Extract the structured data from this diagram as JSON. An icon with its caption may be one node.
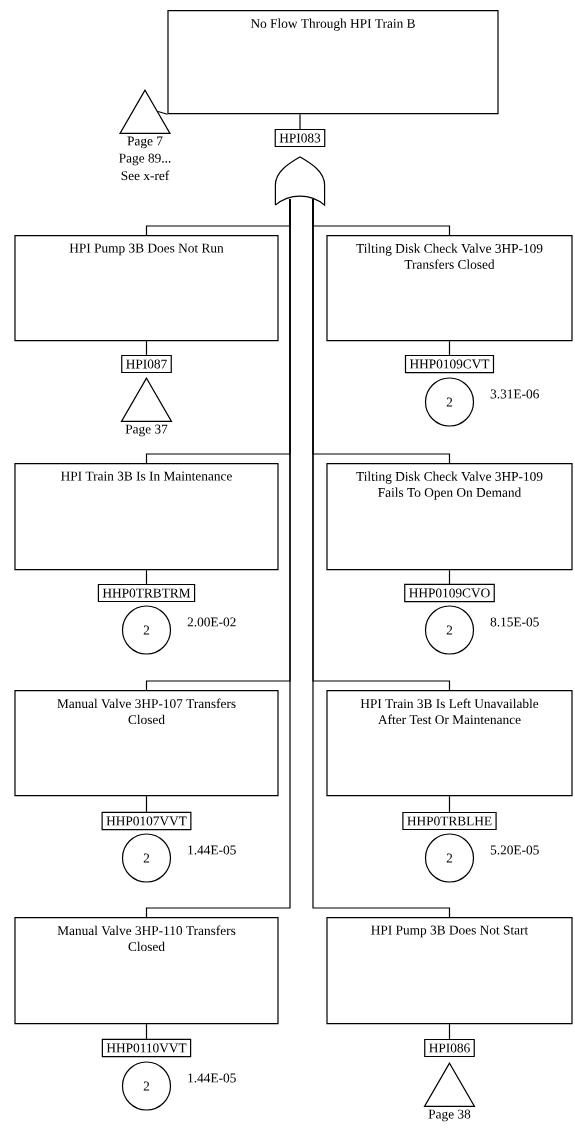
{
  "diagram": {
    "nodes": [
      {
        "text": [
          "No Flow Through HPI Train B"
        ]
      },
      {
        "text": [],
        "shape": "triangle",
        "beside": [
          "Page 7",
          "Page 89...",
          "See x-ref"
        ]
      },
      {
        "text": [
          "HPI083"
        ]
      },
      {
        "text": [],
        "shape": "gate"
      },
      {
        "text": [
          "HPI Pump 3B Does Not Run"
        ]
      },
      {
        "text": [
          "HPI087"
        ]
      },
      {
        "text": [],
        "shape": "triangle",
        "beside": [
          "Page 37"
        ]
      },
      {
        "text": [
          "Tilting Disk Check Valve 3HP-109 Transfers Closed"
        ]
      },
      {
        "text": [
          "HHP0109CVT"
        ]
      },
      {
        "text": [
          "2"
        ],
        "beside": [
          "3.31E-06"
        ]
      },
      {
        "text": [
          "HPI Train 3B Is In Maintenance"
        ]
      },
      {
        "text": [
          "HHP0TRBTRM"
        ]
      },
      {
        "text": [
          "2"
        ],
        "beside": [
          "2.00E-02"
        ]
      },
      {
        "text": [
          "Tilting Disk Check Valve 3HP-109 Fails To Open On Demand"
        ]
      },
      {
        "text": [
          "HHP0109CVO"
        ]
      },
      {
        "text": [
          "2"
        ],
        "beside": [
          "8.15E-05"
        ]
      },
      {
        "text": [
          "Manual Valve 3HP-107 Transfers Closed"
        ]
      },
      {
        "text": [
          "HHP0107VVT"
        ]
      },
      {
        "text": [
          "2"
        ],
        "beside": [
          "1.44E-05"
        ]
      },
      {
        "text": [
          "HPI Train 3B Is Left Unavailable After Test Or Maintenance"
        ]
      },
      {
        "text": [
          "HHP0TRBLHE"
        ]
      },
      {
        "text": [
          "2"
        ],
        "beside": [
          "5.20E-05"
        ]
      },
      {
        "text": [
          "Manual Valve 3HP-110 Transfers Closed"
        ]
      },
      {
        "text": [
          "HHP0110VVT"
        ]
      },
      {
        "text": [
          "2"
        ],
        "beside": [
          "1.44E-05"
        ]
      },
      {
        "text": [
          "HPI Pump 3B Does Not Start"
        ]
      },
      {
        "text": [
          "HPI086"
        ]
      },
      {
        "text": [],
        "shape": "triangle",
        "beside": [
          "Page 38"
        ]
      }
    ],
    "edges": [
      {
        "from": 0,
        "to": 1,
        "arrow": "none"
      },
      {
        "from": 0,
        "to": 2,
        "arrow": "none"
      },
      {
        "from": 3,
        "to": 4,
        "arrow": "none"
      },
      {
        "from": 3,
        "to": 7,
        "arrow": "none"
      },
      {
        "from": 3,
        "to": 10,
        "arrow": "none"
      },
      {
        "from": 3,
        "to": 13,
        "arrow": "none"
      },
      {
        "from": 3,
        "to": 16,
        "arrow": "none"
      },
      {
        "from": 3,
        "to": 19,
        "arrow": "none"
      },
      {
        "from": 3,
        "to": 22,
        "arrow": "none"
      },
      {
        "from": 3,
        "to": 25,
        "arrow": "none"
      },
      {
        "from": 4,
        "to": 5,
        "arrow": "none"
      },
      {
        "from": 7,
        "to": 8,
        "arrow": "none"
      },
      {
        "from": 10,
        "to": 11,
        "arrow": "none"
      },
      {
        "from": 13,
        "to": 14,
        "arrow": "none"
      },
      {
        "from": 16,
        "to": 17,
        "arrow": "none"
      },
      {
        "from": 19,
        "to": 20,
        "arrow": "none"
      },
      {
        "from": 22,
        "to": 23,
        "arrow": "none"
      },
      {
        "from": 25,
        "to": 26,
        "arrow": "none"
      }
    ]
  }
}
